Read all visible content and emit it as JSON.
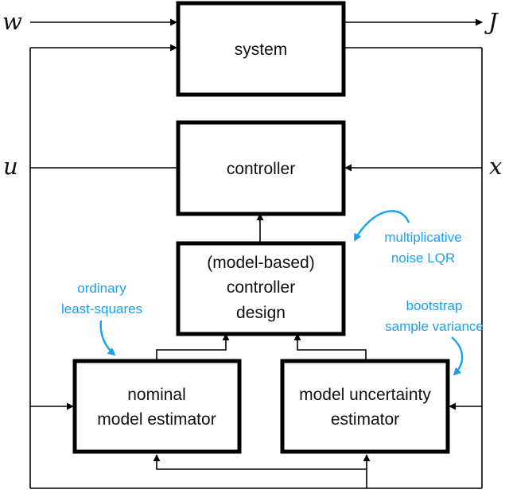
{
  "blocks": {
    "system": "system",
    "controller": "controller",
    "design": [
      "(model-based)",
      "controller",
      "design"
    ],
    "nominal": [
      "nominal",
      "model estimator"
    ],
    "uncertainty": [
      "model uncertainty",
      "estimator"
    ]
  },
  "signals": {
    "w": "w",
    "J": "J",
    "u": "u",
    "x": "x"
  },
  "annotations": {
    "multiplicative": [
      "multiplicative",
      "noise LQR"
    ],
    "ordinary": [
      "ordinary",
      "least-squares"
    ],
    "bootstrap": [
      "bootstrap",
      "sample variance"
    ]
  },
  "colors": {
    "annotation": "#1aa0f0",
    "line": "#000000"
  }
}
